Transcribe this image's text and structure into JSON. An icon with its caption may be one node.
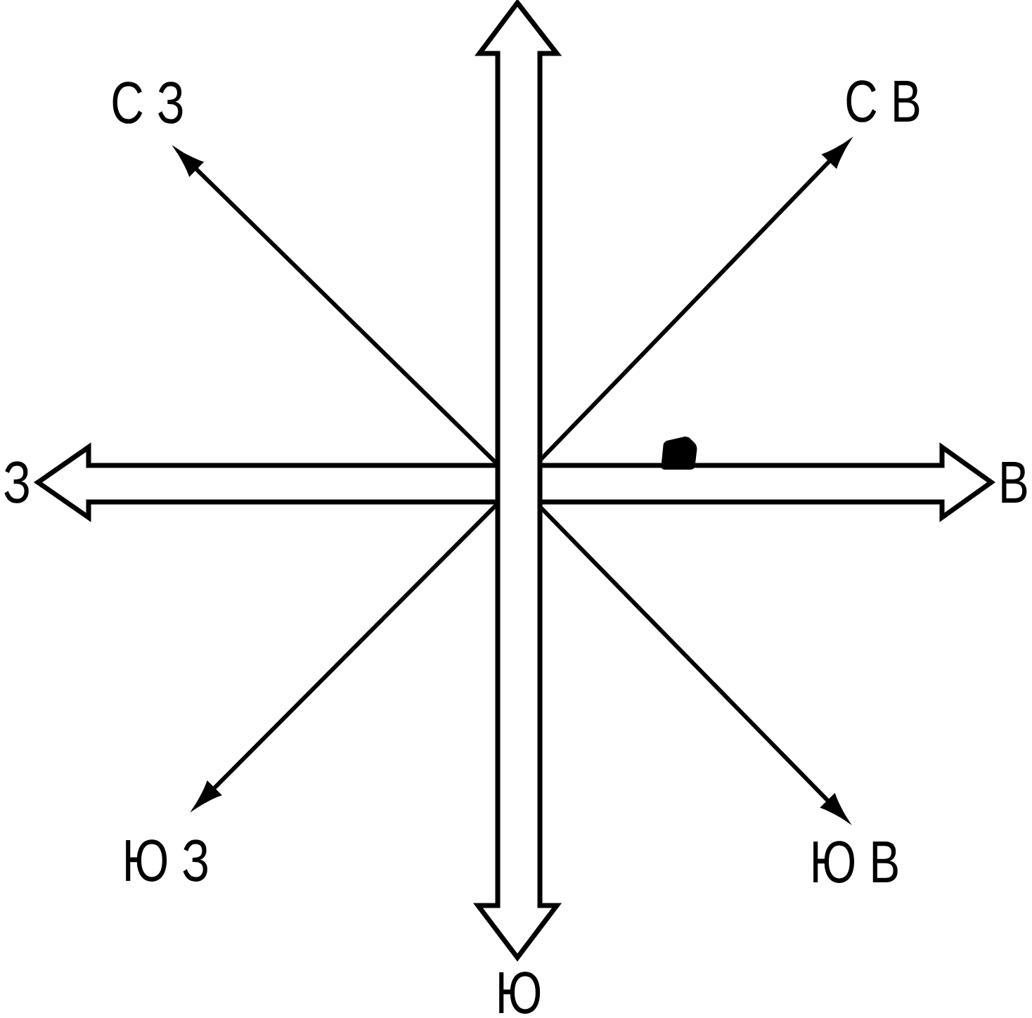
{
  "diagram": {
    "labels": [
      "С З",
      "С В",
      "З",
      "В",
      "Ю З",
      "Ю В",
      "Ю"
    ]
  }
}
